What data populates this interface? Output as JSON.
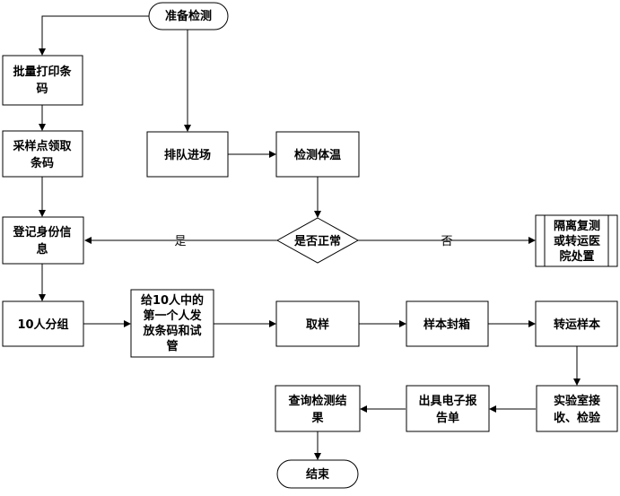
{
  "nodes": {
    "start": "准备检测",
    "print_barcode": [
      "批量打印条",
      "码"
    ],
    "collect_barcode": [
      "采样点领取",
      "条码"
    ],
    "queue": "排队进场",
    "temp": "检测体温",
    "register": [
      "登记身份信",
      "息"
    ],
    "decision": "是否正常",
    "isolate": [
      "隔离复测",
      "或转运医",
      "院处置"
    ],
    "group": "10人分组",
    "distribute": [
      "给10人中的",
      "第一个人发",
      "放条码和试",
      "管"
    ],
    "sample": "取样",
    "seal": "样本封箱",
    "transport": "转运样本",
    "lab": [
      "实验室接",
      "收、检验"
    ],
    "report": [
      "出具电子报",
      "告单"
    ],
    "query": [
      "查询检测结",
      "果"
    ],
    "end": "结束"
  },
  "edges": {
    "yes": "是",
    "no": "否"
  }
}
